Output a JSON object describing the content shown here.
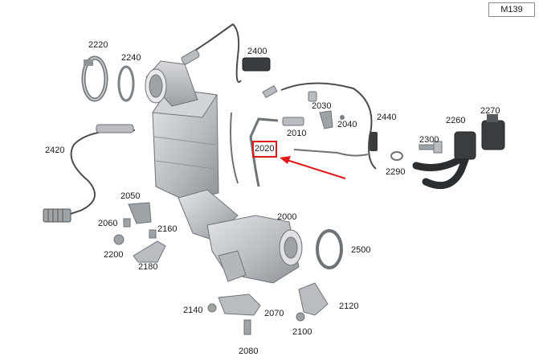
{
  "diagram": {
    "model_code": "M139",
    "highlighted_part": "2020",
    "colors": {
      "highlight": "#e01818",
      "part_fill": "#c9ccd0",
      "part_dark": "#8e9398",
      "hose": "#2b2e31",
      "line": "#4a4d50"
    },
    "parts": [
      {
        "id": "p2220",
        "label": "2220"
      },
      {
        "id": "p2240",
        "label": "2240"
      },
      {
        "id": "p2400",
        "label": "2400"
      },
      {
        "id": "p2420",
        "label": "2420"
      },
      {
        "id": "p2030",
        "label": "2030"
      },
      {
        "id": "p2040",
        "label": "2040"
      },
      {
        "id": "p2010",
        "label": "2010"
      },
      {
        "id": "p2440",
        "label": "2440"
      },
      {
        "id": "p2260",
        "label": "2260"
      },
      {
        "id": "p2270",
        "label": "2270"
      },
      {
        "id": "p2300",
        "label": "2300"
      },
      {
        "id": "p2020",
        "label": "2020"
      },
      {
        "id": "p2290",
        "label": "2290"
      },
      {
        "id": "p2050",
        "label": "2050"
      },
      {
        "id": "p2060",
        "label": "2060"
      },
      {
        "id": "p2160",
        "label": "2160"
      },
      {
        "id": "p2200",
        "label": "2200"
      },
      {
        "id": "p2180",
        "label": "2180"
      },
      {
        "id": "p2000",
        "label": "2000"
      },
      {
        "id": "p2500",
        "label": "2500"
      },
      {
        "id": "p2140",
        "label": "2140"
      },
      {
        "id": "p2070",
        "label": "2070"
      },
      {
        "id": "p2120",
        "label": "2120"
      },
      {
        "id": "p2100",
        "label": "2100"
      },
      {
        "id": "p2080",
        "label": "2080"
      }
    ]
  }
}
